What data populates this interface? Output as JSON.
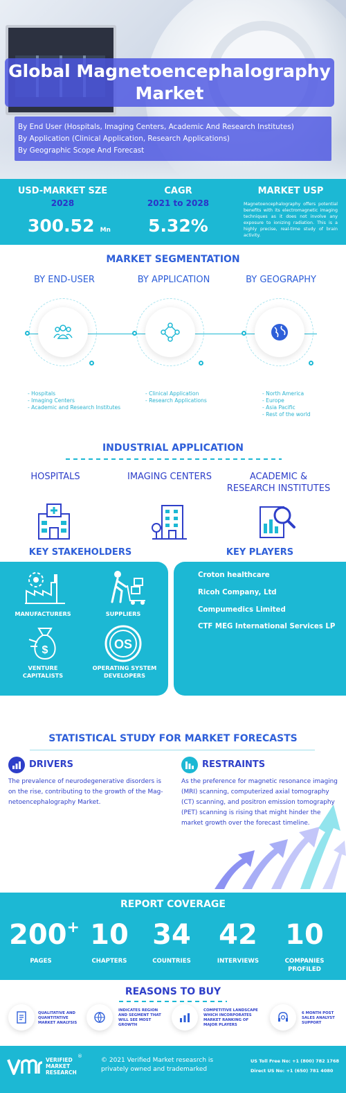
{
  "hero": {
    "title_line1": "Global Magnetoencephalography",
    "title_line2": "Market",
    "sub_lines": [
      "By End User (Hospitals, Imaging Centers, Academic And Research Institutes)",
      "By Application (Clinical Application, Research Applications)",
      "By Geographic Scope And Forecast"
    ]
  },
  "stats": {
    "market_size_label": "USD-MARKET SZE",
    "market_size_year": "2028",
    "market_size_value": "300.52",
    "market_size_unit": "Mn",
    "cagr_label": "CAGR",
    "cagr_years": "2021 to 2028",
    "cagr_value": "5.32%",
    "usp_label": "MARKET USP",
    "usp_text": "Magnetoencephalography offers potential benefits with its electromagnetic imaging techniques as it does not involve any exposure to ionizing radiation. This is a highly precise, real-time study of brain activity."
  },
  "segmentation": {
    "title": "MARKET SEGMENTATION",
    "columns": [
      {
        "heading": "BY END-USER",
        "icon": "users-icon",
        "items": [
          "- Hospitals",
          "- Imaging Centers",
          "- Academic and Research Institutes"
        ]
      },
      {
        "heading": "BY APPLICATION",
        "icon": "network-icon",
        "items": [
          "- Clinical Application",
          "- Research Applications"
        ]
      },
      {
        "heading": "BY GEOGRAPHY",
        "icon": "globe-icon",
        "items": [
          "- North America",
          "- Europe",
          "- Asia Pacific",
          "- Rest of the world"
        ]
      }
    ]
  },
  "industrial": {
    "title": "INDUSTRIAL APPLICATION",
    "items": [
      {
        "line1": "HOSPITALS",
        "line2": "",
        "icon": "hospital-icon"
      },
      {
        "line1": "IMAGING CENTERS",
        "line2": "",
        "icon": "building-icon"
      },
      {
        "line1": "ACADEMIC &",
        "line2": "RESEARCH INSTITUTES",
        "icon": "research-icon"
      }
    ]
  },
  "stakeholders": {
    "title": "KEY STAKEHOLDERS",
    "items": [
      {
        "line1": "MANUFACTURERS",
        "line2": "",
        "icon": "factory-icon"
      },
      {
        "line1": "SUPPLIERS",
        "line2": "",
        "icon": "supplier-icon"
      },
      {
        "line1": "VENTURE",
        "line2": "CAPITALISTS",
        "icon": "money-bag-icon"
      },
      {
        "line1": "OPERATING SYSTEM",
        "line2": "DEVELOPERS",
        "icon": "os-icon"
      }
    ]
  },
  "players": {
    "title": "KEY PLAYERS",
    "items": [
      "Croton healthcare",
      "Ricoh Company, Ltd",
      "Compumedics Limited",
      "CTF MEG International Services LP"
    ]
  },
  "statistical": {
    "title": "STATISTICAL STUDY FOR MARKET FORECASTS",
    "drivers_title": "DRIVERS",
    "drivers_lines": [
      "The prevalence of neurodegenerative disorders is",
      "on the rise, contributing to the growth of the Mag-",
      "netoencephalography Market."
    ],
    "restraints_title": "RESTRAINTS",
    "restraints_lines": [
      "As the preference for magnetic resonance imaging",
      "(MRI) scanning, computerized axial tomography",
      "(CT) scanning, and positron emission tomography",
      "(PET) scanning is rising that might hinder the",
      "market growth over the forecast timeline."
    ]
  },
  "coverage": {
    "title": "REPORT COVERAGE",
    "items": [
      {
        "value": "200",
        "sup": "+",
        "line1": "PAGES",
        "line2": ""
      },
      {
        "value": "10",
        "sup": "",
        "line1": "CHAPTERS",
        "line2": ""
      },
      {
        "value": "34",
        "sup": "",
        "line1": "COUNTRIES",
        "line2": ""
      },
      {
        "value": "42",
        "sup": "",
        "line1": "INTERVIEWS",
        "line2": ""
      },
      {
        "value": "10",
        "sup": "",
        "line1": "COMPANIES",
        "line2": "PROFILED"
      }
    ]
  },
  "reasons": {
    "title": "REASONS TO BUY",
    "items": [
      {
        "lines": [
          "QUALITATIVE AND",
          "QUANTITATIVE",
          "MARKET ANALYSIS"
        ],
        "icon": "document-icon"
      },
      {
        "lines": [
          "INDICATES REGION",
          "AND SEGMENT THAT",
          "WILL SEE MOST",
          "GROWTH"
        ],
        "icon": "globe-icon"
      },
      {
        "lines": [
          "COMPETITIVE LANDSCAPE",
          "WHICH INCORPORATES",
          "MARKET RANKING OF",
          "MAJOR PLAYERS"
        ],
        "icon": "bar-chart-icon"
      },
      {
        "lines": [
          "6 MONTH POST",
          "SALES ANALYST",
          "SUPPORT"
        ],
        "icon": "headset-icon"
      }
    ]
  },
  "footer": {
    "logo_line1": "VERIFIED",
    "logo_line2": "MARKET",
    "logo_line3": "RESEARCH",
    "logo_mark": "®",
    "copyright_line1": "© 2021 Verified Market reseasrch is",
    "copyright_line2": "privately owned and trademarked",
    "us_label": "US Toll Free No:",
    "us_number": "+1 (800) 782 1768",
    "direct_label": "Direct US No:",
    "direct_number": "+1 (650) 781 4080"
  },
  "colors": {
    "cyan": "#1cb8d4",
    "blue": "#2e5fd9",
    "indigo": "#4c56e2"
  }
}
